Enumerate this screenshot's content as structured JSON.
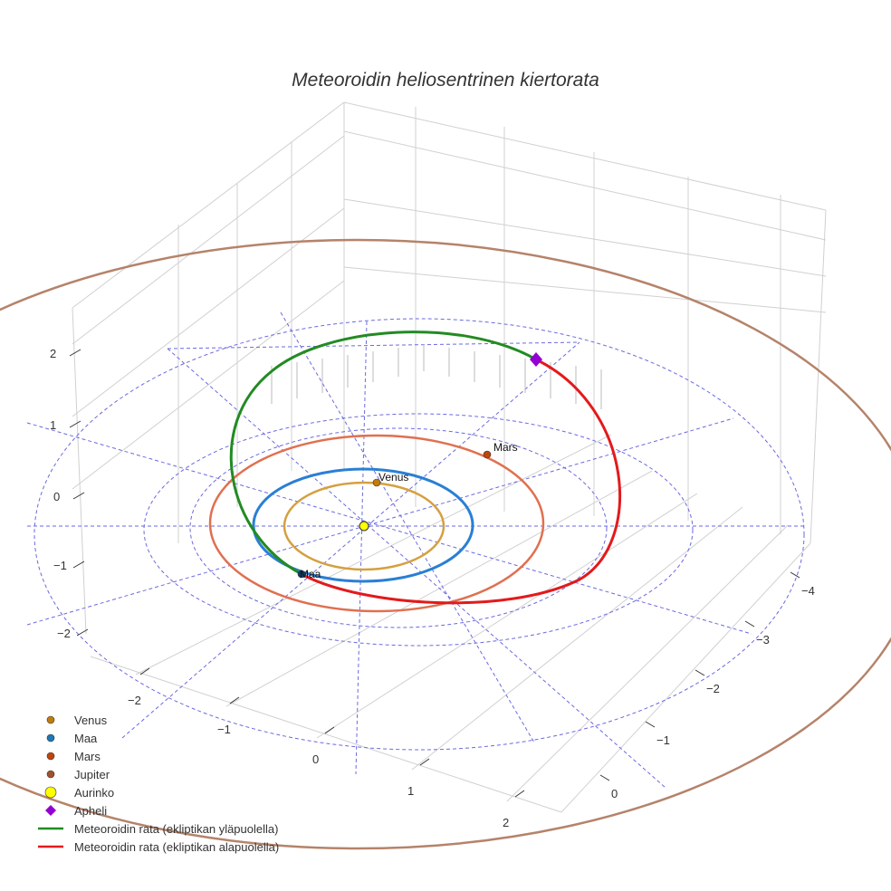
{
  "chart_data": {
    "type": "scatter3d",
    "title": "Meteoroidin heliosentrinen kiertorata",
    "axes": {
      "x_ticks": [
        "−2",
        "−1",
        "0",
        "1",
        "2"
      ],
      "y_ticks": [
        "−4",
        "−3",
        "−2",
        "−1",
        "0"
      ],
      "z_ticks": [
        "2",
        "1",
        "0",
        "−1",
        "−2"
      ]
    },
    "grid": true,
    "legend_placement": "bottom-left",
    "planet_labels": {
      "venus": "Venus",
      "earth": "Maa",
      "mars": "Mars"
    },
    "legend": [
      {
        "name": "Venus",
        "symbol": "circle",
        "color": "#c27c0e"
      },
      {
        "name": "Maa",
        "symbol": "circle",
        "color": "#1f77b4"
      },
      {
        "name": "Mars",
        "symbol": "circle",
        "color": "#c1440e"
      },
      {
        "name": "Jupiter",
        "symbol": "circle",
        "color": "#a0522d"
      },
      {
        "name": "Aurinko",
        "symbol": "circle",
        "color": "#ffff00"
      },
      {
        "name": "Apheli",
        "symbol": "diamond",
        "color": "#9400d3"
      },
      {
        "name": "Meteoroidin rata (ekliptikan yläpuolella)",
        "symbol": "line",
        "color": "#228b22"
      },
      {
        "name": "Meteoroidin rata (ekliptikan alapuolella)",
        "symbol": "line",
        "color": "#e31a1c"
      }
    ],
    "orbit_colors": {
      "venus": "#d4a040",
      "earth": "#2a7fd4",
      "mars": "#e07050",
      "jupiter": "#b5836a",
      "grid": "#6a6ae0"
    }
  }
}
